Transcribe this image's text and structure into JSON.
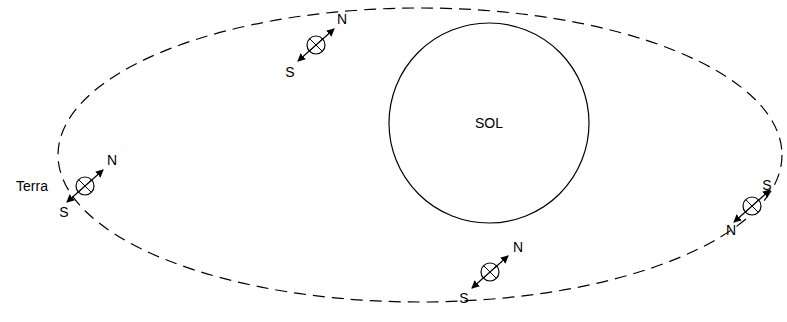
{
  "diagram": {
    "nodes": [
      {
        "text": [
          "SOL"
        ]
      }
    ],
    "labels": [
      "N",
      "S",
      "Terra",
      "N",
      "S",
      "N",
      "N",
      "S",
      "S"
    ]
  }
}
